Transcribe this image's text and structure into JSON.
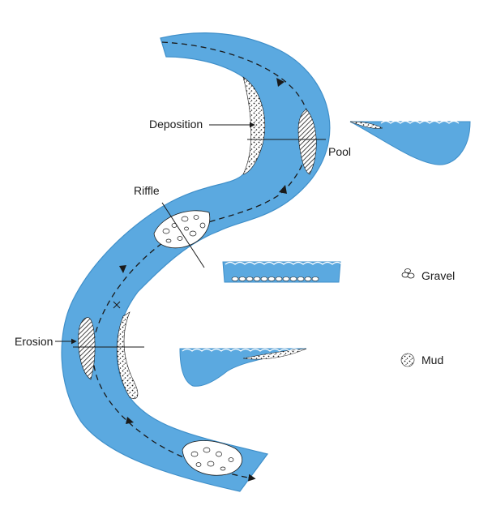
{
  "labels": {
    "deposition": "Deposition",
    "pool": "Pool",
    "riffle": "Riffle",
    "erosion": "Erosion"
  },
  "legend": {
    "gravel": "Gravel",
    "mud": "Mud"
  },
  "colors": {
    "water": "#5ba9e0",
    "water_dark": "#3f8fc9",
    "ink": "#1a1a1a",
    "background": "#ffffff"
  }
}
